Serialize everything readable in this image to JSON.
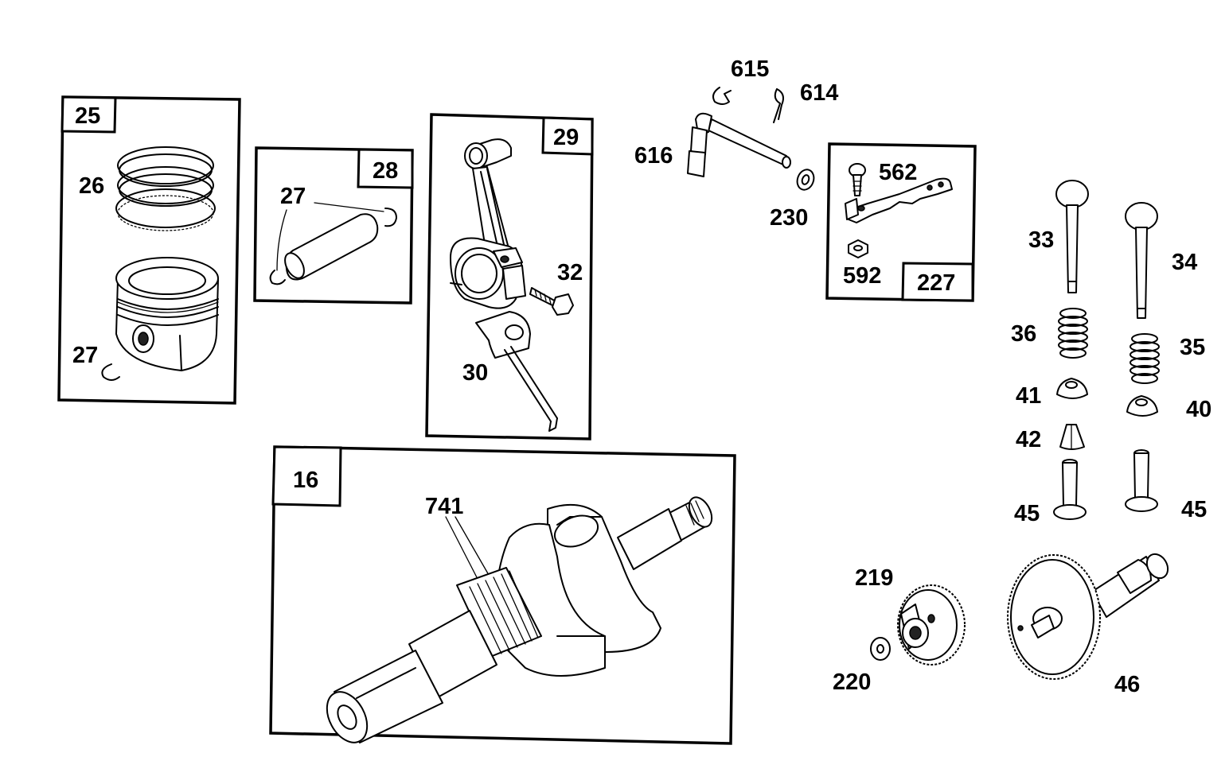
{
  "boxes": {
    "b25": "25",
    "b28": "28",
    "b29": "29",
    "b227": "227",
    "b16": "16"
  },
  "callouts": {
    "c26": "26",
    "c27a": "27",
    "c27b": "27",
    "c32": "32",
    "c30": "30",
    "c741": "741",
    "c615": "615",
    "c614": "614",
    "c616": "616",
    "c230": "230",
    "c562": "562",
    "c592": "592",
    "c33": "33",
    "c34": "34",
    "c36": "36",
    "c35": "35",
    "c41": "41",
    "c40": "40",
    "c42": "42",
    "c45a": "45",
    "c45b": "45",
    "c219": "219",
    "c220": "220",
    "c46": "46"
  }
}
